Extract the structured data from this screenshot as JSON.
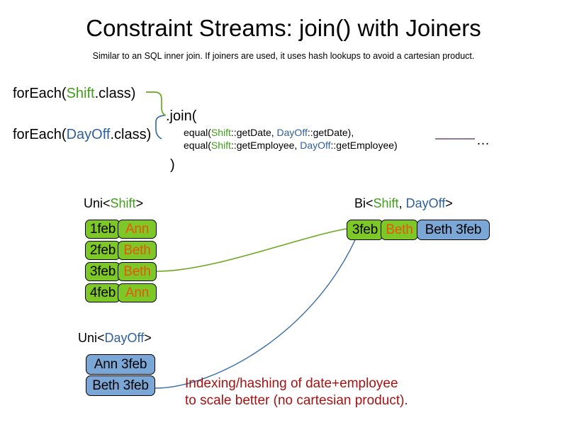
{
  "header": {
    "title": "Constraint Streams: join() with Joiners",
    "subtitle": "Similar to an SQL inner join. If joiners are used, it uses hash lookups to avoid a cartesian product."
  },
  "code": {
    "foreach_shift": {
      "prefix": "forEach(",
      "type": "Shift",
      "suffix": ".class)"
    },
    "foreach_dayoff": {
      "prefix": "forEach(",
      "type": "DayOff",
      "suffix": ".class)"
    },
    "join_open": ".join(",
    "join_close": ")",
    "joiner_1": {
      "prefix": "equal(",
      "left_type": "Shift",
      "left_ref": "::getDate, ",
      "right_type": "DayOff",
      "right_ref": "::getDate),"
    },
    "joiner_2": {
      "prefix": "equal(",
      "left_type": "Shift",
      "left_ref": "::getEmployee, ",
      "right_type": "DayOff",
      "right_ref": "::getEmployee)"
    },
    "ellipsis": "…"
  },
  "streams": {
    "uni_shift": {
      "label_prefix": "Uni<",
      "label_type": "Shift",
      "label_suffix": ">",
      "rows": [
        {
          "date": "1feb",
          "employee": "Ann"
        },
        {
          "date": "2feb",
          "employee": "Beth"
        },
        {
          "date": "3feb",
          "employee": "Beth"
        },
        {
          "date": "4feb",
          "employee": "Ann"
        }
      ]
    },
    "uni_dayoff": {
      "label_prefix": "Uni<",
      "label_type": "DayOff",
      "label_suffix": ">",
      "rows": [
        {
          "text": "Ann 3feb"
        },
        {
          "text": "Beth 3feb"
        }
      ]
    },
    "bi": {
      "label_prefix": "Bi<",
      "label_type_a": "Shift",
      "label_sep": ", ",
      "label_type_b": "DayOff",
      "label_suffix": ">",
      "row": {
        "shift_date": "3feb",
        "shift_employee": "Beth",
        "dayoff": "Beth 3feb"
      }
    }
  },
  "caption": {
    "line1": "Indexing/hashing of date+employee",
    "line2": "to scale better (no cartesian product)."
  },
  "colors": {
    "shift_green": "#3f9e19",
    "dayoff_blue": "#2e5f9e",
    "box_green": "#7dc727",
    "box_blue": "#7ba7d7",
    "employee_orange": "#e8560e",
    "caption_red": "#a61212",
    "connector_green": "#6aa81e",
    "connector_blue": "#3a6ea8",
    "ellipsis_line_purple": "#6b4a7a"
  }
}
